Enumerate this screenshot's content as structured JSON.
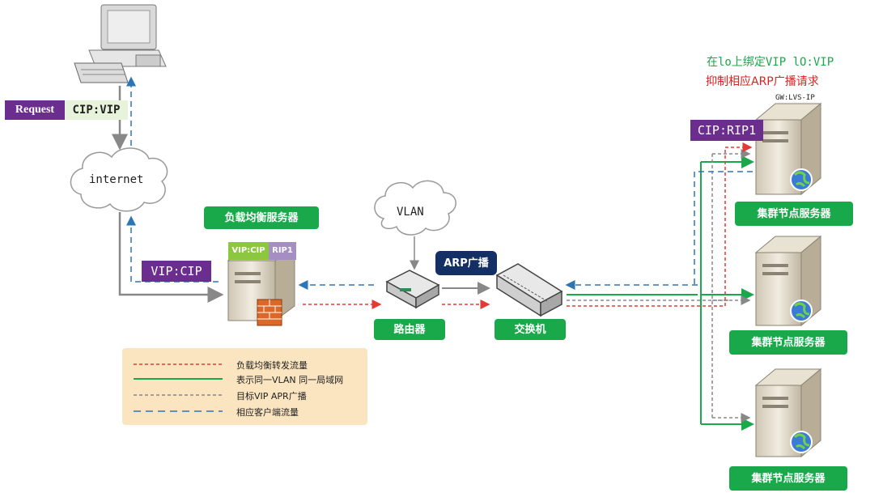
{
  "client": {
    "request_label": "Request",
    "cip_vip": "CIP:VIP"
  },
  "internet_label": "internet",
  "vlan_label": "VLAN",
  "load_balancer": {
    "title": "负载均衡服务器",
    "vip_cip_badge": "VIP:CIP",
    "rip1_badge": "RIP1",
    "vip_cip_tag": "VIP:CIP"
  },
  "router_label": "路由器",
  "switch_label": "交换机",
  "arp_broadcast_label": "ARP广播",
  "cluster": {
    "note_line1": "在lo上绑定VIP  lO:VIP",
    "note_line2": "抑制相应ARP广播请求",
    "gateway_label": "GW:LVS-IP",
    "cip_rip1_tag": "CIP:RIP1",
    "node_labels": [
      "集群节点服务器",
      "集群节点服务器",
      "集群节点服务器"
    ]
  },
  "legend": [
    {
      "label": "负载均衡转发流量",
      "color": "#e53935",
      "style": "dash-red"
    },
    {
      "label": "表示同一VLAN 同一局域网",
      "color": "#19a84a",
      "style": "solid-green"
    },
    {
      "label": "目标VIP APR广播",
      "color": "#888888",
      "style": "dash-gray"
    },
    {
      "label": "相应客户端流量",
      "color": "#2e75b6",
      "style": "dash-blue"
    }
  ],
  "colors": {
    "green_note": "#19a84a",
    "red_note": "#e02020",
    "purple": "#6b2d8e",
    "green_tag": "#19a84a",
    "navy_tag": "#142f63"
  }
}
